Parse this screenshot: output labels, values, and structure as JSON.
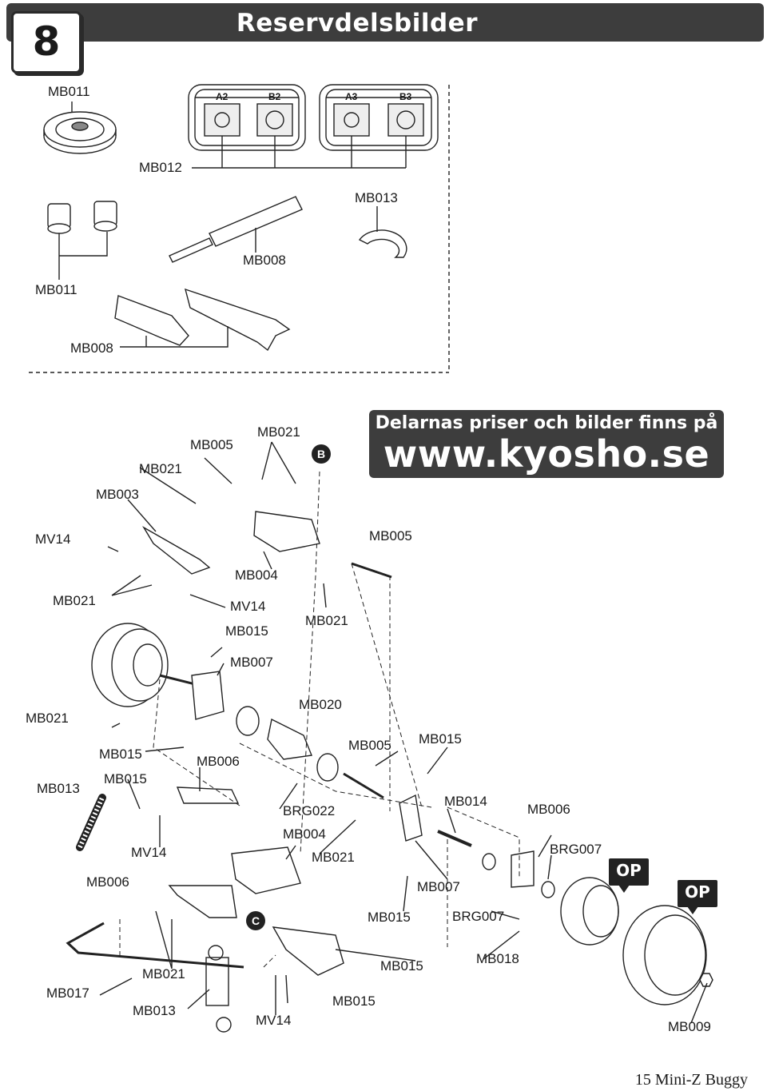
{
  "header": {
    "step_number": "8",
    "title": "Reservdelsbilder"
  },
  "promo": {
    "line1": "Delarnas priser och bilder finns på",
    "url": "www.kyosho.se"
  },
  "labels": {
    "mb011_top": "MB011",
    "mb012": "MB012",
    "mb013_top": "MB013",
    "mb008_top": "MB008",
    "mb011_mid": "MB011",
    "mb008_bottom": "MB008",
    "a2": "A2",
    "b2": "B2",
    "a3": "A3",
    "b3": "B3",
    "mb005_a": "MB005",
    "mb021_a": "MB021",
    "mb021_b": "MB021",
    "mb003": "MB003",
    "mv14_a": "MV14",
    "mb005_b": "MB005",
    "mb004_a": "MB004",
    "mb021_c": "MB021",
    "mv14_b": "MV14",
    "mb015_a": "MB015",
    "mb021_d": "MB021",
    "mb007_a": "MB007",
    "mb021_e": "MB021",
    "mb020": "MB020",
    "mb015_b": "MB015",
    "mb005_c": "MB005",
    "mb015_c": "MB015",
    "mb006_a": "MB006",
    "mb013_a": "MB013",
    "mb015_d": "MB015",
    "mb014": "MB014",
    "mb006_b": "MB006",
    "brg022": "BRG022",
    "mb004_b": "MB004",
    "mv14_c": "MV14",
    "mb021_f": "MB021",
    "brg007_a": "BRG007",
    "mb006_c": "MB006",
    "mb007_b": "MB007",
    "mb015_e": "MB015",
    "brg007_b": "BRG007",
    "mb018": "MB018",
    "mb015_f": "MB015",
    "mb021_g": "MB021",
    "mb017": "MB017",
    "mb013_b": "MB013",
    "mv14_d": "MV14",
    "mb015_g": "MB015",
    "mb009": "MB009"
  },
  "markers": {
    "b": "B",
    "c": "C"
  },
  "op_badges": {
    "op1": "OP",
    "op2": "OP"
  },
  "footer": {
    "page": "15 Mini-Z Buggy"
  }
}
